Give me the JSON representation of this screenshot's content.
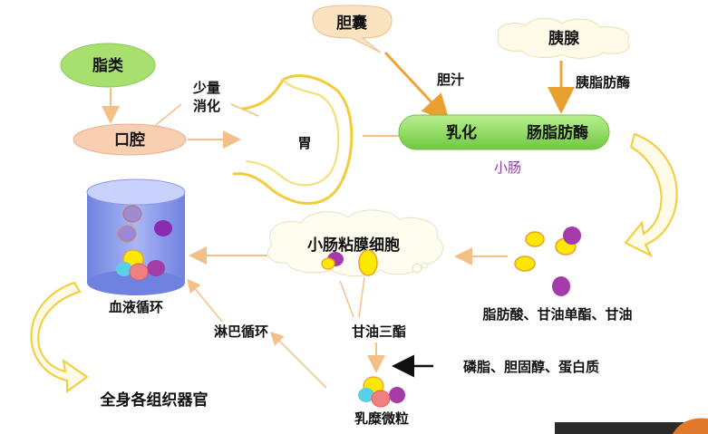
{
  "labels": {
    "fat": "脂类",
    "mouth": "口腔",
    "small_amount_1": "少量",
    "small_amount_2": "消化",
    "stomach": "胃",
    "gallbladder": "胆囊",
    "bile": "胆汁",
    "pancreas": "胰腺",
    "pancreatic_lipase": "胰脂肪酶",
    "emulsify": "乳化",
    "intestinal_lipase": "肠脂肪酶",
    "small_intestine": "小肠",
    "mucosa_cell": "小肠粘膜细胞",
    "products": "脂肪酸、甘油单酯、甘油",
    "blood_circulation": "血液循环",
    "lymph_circulation": "淋巴循环",
    "triglyceride": "甘油三酯",
    "others": "磷脂、胆固醇、蛋白质",
    "chylomicron": "乳糜微粒",
    "organs": "全身各组织器官"
  },
  "colors": {
    "fat_fill": "#a8e070",
    "mouth_fill": "#f8cfb0",
    "gallbladder_fill": "#fbe3c0",
    "intestine_fill": "#8edb5c",
    "arrow_orange": "#f2a23a",
    "arrow_peach": "#f6c28d",
    "stomach_stroke": "#f3cc3a",
    "cylinder_fill": "#8fa0f0",
    "cylinder_top": "#c9d2fa",
    "yellow": "#ffe800",
    "purple": "#a33ca8",
    "cyan": "#5ad0e8",
    "pink": "#f08080",
    "intestine_label_color": "#8a3aa0"
  }
}
